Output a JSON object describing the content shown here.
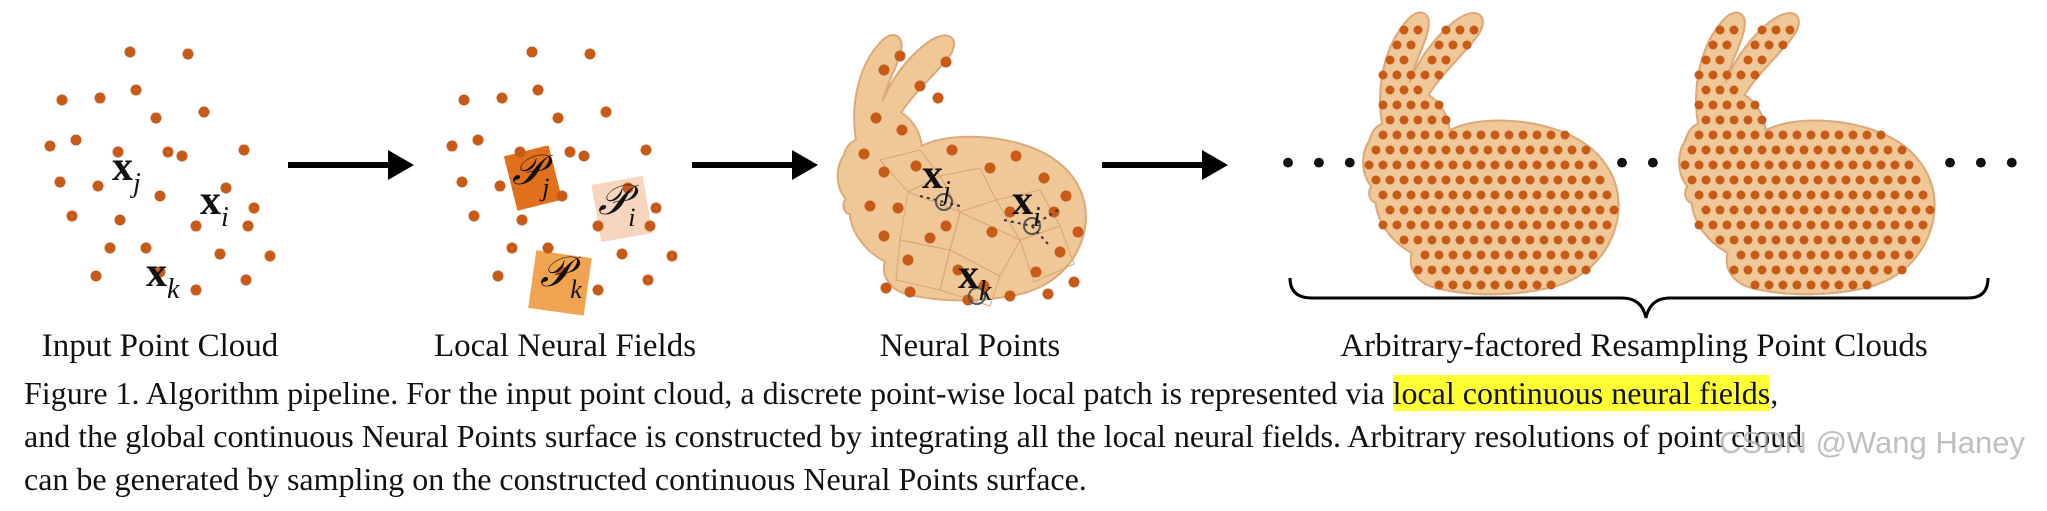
{
  "figure": {
    "panels": [
      {
        "label": "Input Point Cloud",
        "symbols": [
          {
            "main": "x",
            "sub": "j"
          },
          {
            "main": "x",
            "sub": "i"
          },
          {
            "main": "x",
            "sub": "k"
          }
        ]
      },
      {
        "label": "Local Neural Fields",
        "symbols": [
          {
            "main": "𝒫",
            "sub": "j"
          },
          {
            "main": "𝒫",
            "sub": "i"
          },
          {
            "main": "𝒫",
            "sub": "k"
          }
        ]
      },
      {
        "label": "Neural Points",
        "symbols": [
          {
            "main": "x",
            "sub": "j"
          },
          {
            "main": "x",
            "sub": "i"
          },
          {
            "main": "x",
            "sub": "k"
          }
        ]
      },
      {
        "label": "Arbitrary-factored Resampling Point Clouds"
      }
    ],
    "ellipsis": "• • •",
    "colors": {
      "point": "#c85a17",
      "bunny": "#f0c796",
      "bunny_edge": "#dca97a",
      "patch_dark": "#e0701c",
      "patch_light": "#f5d5bd",
      "patch_mid": "#f0a452",
      "arrow": "#000000",
      "highlight": "#ffff33"
    }
  },
  "caption": {
    "line1_before": "Figure 1. Algorithm pipeline. For the input point cloud, a discrete point-wise local patch is represented via ",
    "line1_highlight": "local continuous neural fields",
    "line1_after": ",",
    "line2": "and the global continuous Neural Points surface is constructed by integrating all the local neural fields. Arbitrary resolutions of point cloud",
    "line3": "can be generated by sampling on the constructed continuous Neural Points surface."
  },
  "watermark": "CSDN @Wang Haney"
}
